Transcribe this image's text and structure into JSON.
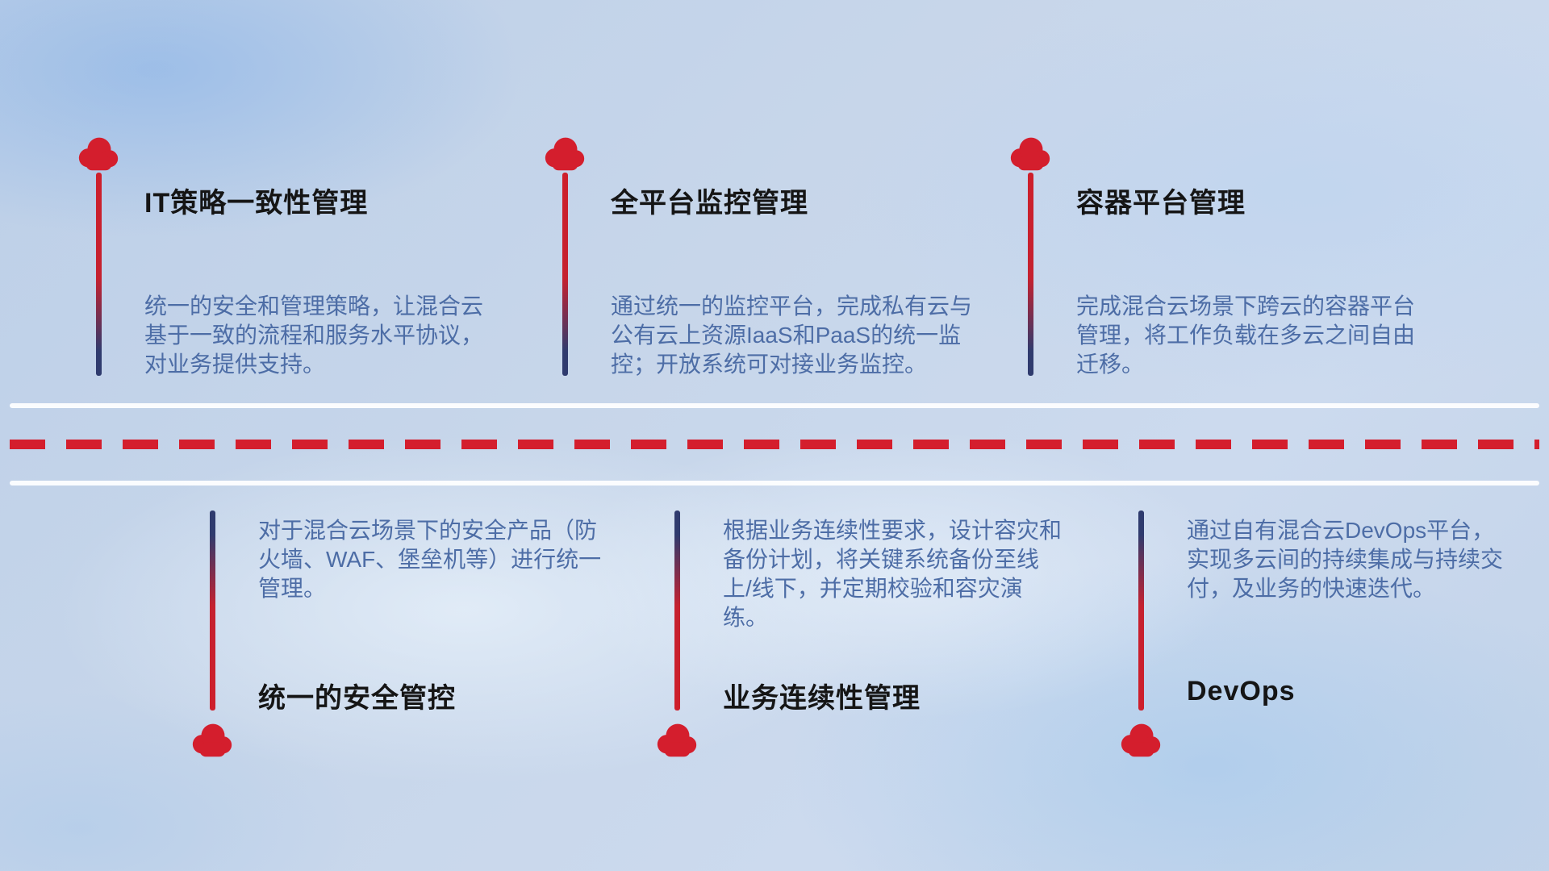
{
  "top_items": [
    {
      "title": "IT策略一致性管理",
      "description": "统一的安全和管理策略，让混合云基于一致的流程和服务水平协议，对业务提供支持。"
    },
    {
      "title": "全平台监控管理",
      "description": "通过统一的监控平台，完成私有云与公有云上资源IaaS和PaaS的统一监控；开放系统可对接业务监控。"
    },
    {
      "title": "容器平台管理",
      "description": "完成混合云场景下跨云的容器平台管理，将工作负载在多云之间自由迁移。"
    }
  ],
  "bottom_items": [
    {
      "title": "统一的安全管控",
      "description": "对于混合云场景下的安全产品（防火墙、WAF、堡垒机等）进行统一管理。"
    },
    {
      "title": "业务连续性管理",
      "description": "根据业务连续性要求，设计容灾和备份计划，将关键系统备份至线上/线下，并定期校验和容灾演练。"
    },
    {
      "title": "DevOps",
      "description": "通过自有混合云DevOps平台，实现多云间的持续集成与持续交付，及业务的快速迭代。"
    }
  ],
  "colors": {
    "accent_red": "#d41e2d",
    "line_navy": "#2f3b6e",
    "title_text": "#151515",
    "body_text": "#4d6da6"
  }
}
